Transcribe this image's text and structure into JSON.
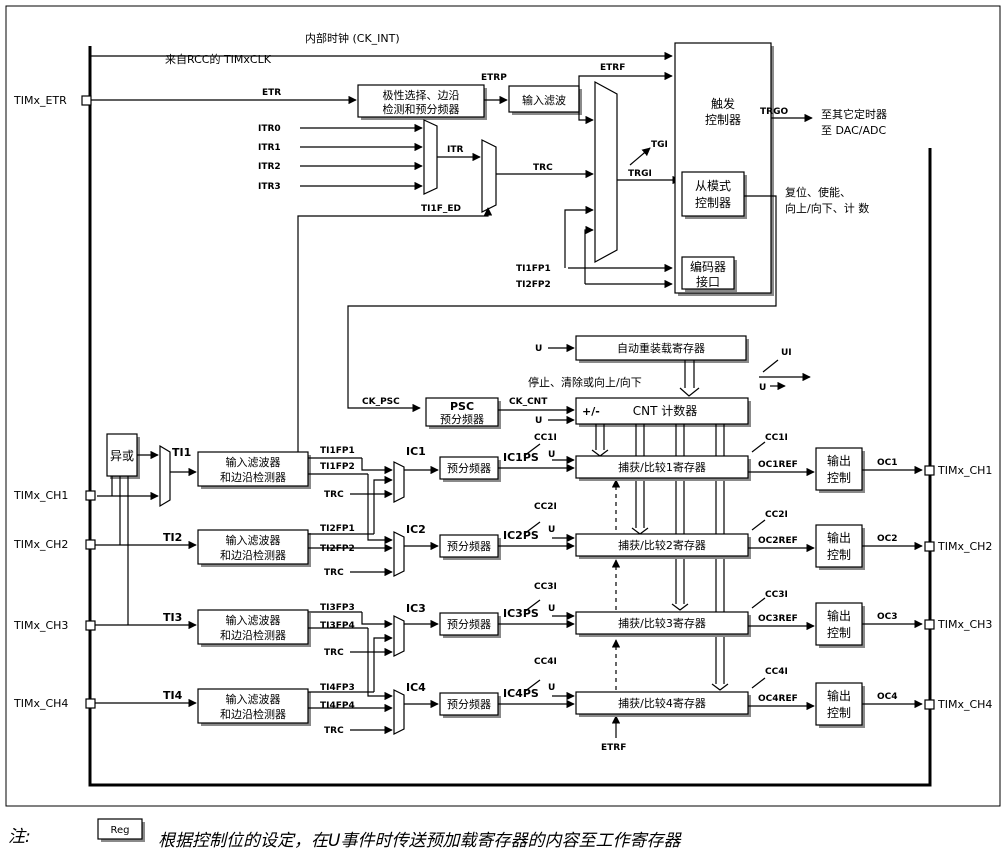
{
  "inputs": {
    "etr_pin": "TIMx_ETR",
    "ch1": "TIMx_CH1",
    "ch2": "TIMx_CH2",
    "ch3": "TIMx_CH3",
    "ch4": "TIMx_CH4"
  },
  "outputs": {
    "ch1": "TIMx_CH1",
    "ch2": "TIMx_CH2",
    "ch3": "TIMx_CH3",
    "ch4": "TIMx_CH4"
  },
  "signals": {
    "ck_int": "内部时钟 (CK_INT)",
    "rcc_clk": "来自RCC的 TIMxCLK",
    "etr": "ETR",
    "etrp": "ETRP",
    "etrf": "ETRF",
    "itr0": "ITR0",
    "itr1": "ITR1",
    "itr2": "ITR2",
    "itr3": "ITR3",
    "itr": "ITR",
    "trc": "TRC",
    "tgi": "TGI",
    "trgi": "TRGI",
    "ti1f_ed": "TI1F_ED",
    "ti1fp1": "TI1FP1",
    "ti2fp2": "TI2FP2",
    "trgo": "TRGO",
    "trgo_dest1": "至其它定时器",
    "trgo_dest2": "至 DAC/ADC",
    "slave_out1": "复位、使能、",
    "slave_out2": "向上/向下、计 数",
    "ck_psc": "CK_PSC",
    "ck_cnt": "CK_CNT",
    "u": "U",
    "ui": "UI",
    "stop_text": "停止、清除或向上/向下",
    "ti1": "TI1",
    "ti2": "TI2",
    "ti3": "TI3",
    "ti4": "TI4",
    "ti1fp1_b": "TI1FP1",
    "ti1fp2": "TI1FP2",
    "ti2fp1": "TI2FP1",
    "ti2fp2_b": "TI2FP2",
    "ti3fp3": "TI3FP3",
    "ti3fp4": "TI3FP4",
    "ti4fp3": "TI4FP3",
    "ti4fp4": "TI4FP4",
    "ic1": "IC1",
    "ic2": "IC2",
    "ic3": "IC3",
    "ic4": "IC4",
    "ic1ps": "IC1PS",
    "ic2ps": "IC2PS",
    "ic3ps": "IC3PS",
    "ic4ps": "IC4PS",
    "cc1i": "CC1I",
    "cc2i": "CC2I",
    "cc3i": "CC3I",
    "cc4i": "CC4I",
    "oc1ref": "OC1REF",
    "oc2ref": "OC2REF",
    "oc3ref": "OC3REF",
    "oc4ref": "OC4REF",
    "oc1": "OC1",
    "oc2": "OC2",
    "oc3": "OC3",
    "oc4": "OC4"
  },
  "blocks": {
    "polarity1": "极性选择、边沿",
    "polarity2": "检测和预分频器",
    "input_filter": "输入滤波",
    "trigger1": "触发",
    "trigger2": "控制器",
    "slave1": "从模式",
    "slave2": "控制器",
    "encoder1": "编码器",
    "encoder2": "接口",
    "autoreload": "自动重装载寄存器",
    "psc1": "PSC",
    "psc2": "预分频器",
    "cnt1": "+/-",
    "cnt2": "CNT 计数器",
    "xor": "异或",
    "filter1": "输入滤波器",
    "filter2": "和边沿检测器",
    "prescaler": "预分频器",
    "cc1": "捕获/比较1寄存器",
    "cc2": "捕获/比较2寄存器",
    "cc3": "捕获/比较3寄存器",
    "cc4": "捕获/比较4寄存器",
    "outctl1": "输出",
    "outctl2": "控制",
    "etrf_bottom": "ETRF"
  },
  "legend": {
    "note": "注:",
    "reg": "Reg",
    "text": "根据控制位的设定，在U事件时传送预加载寄存器的内容至工作寄存器"
  }
}
